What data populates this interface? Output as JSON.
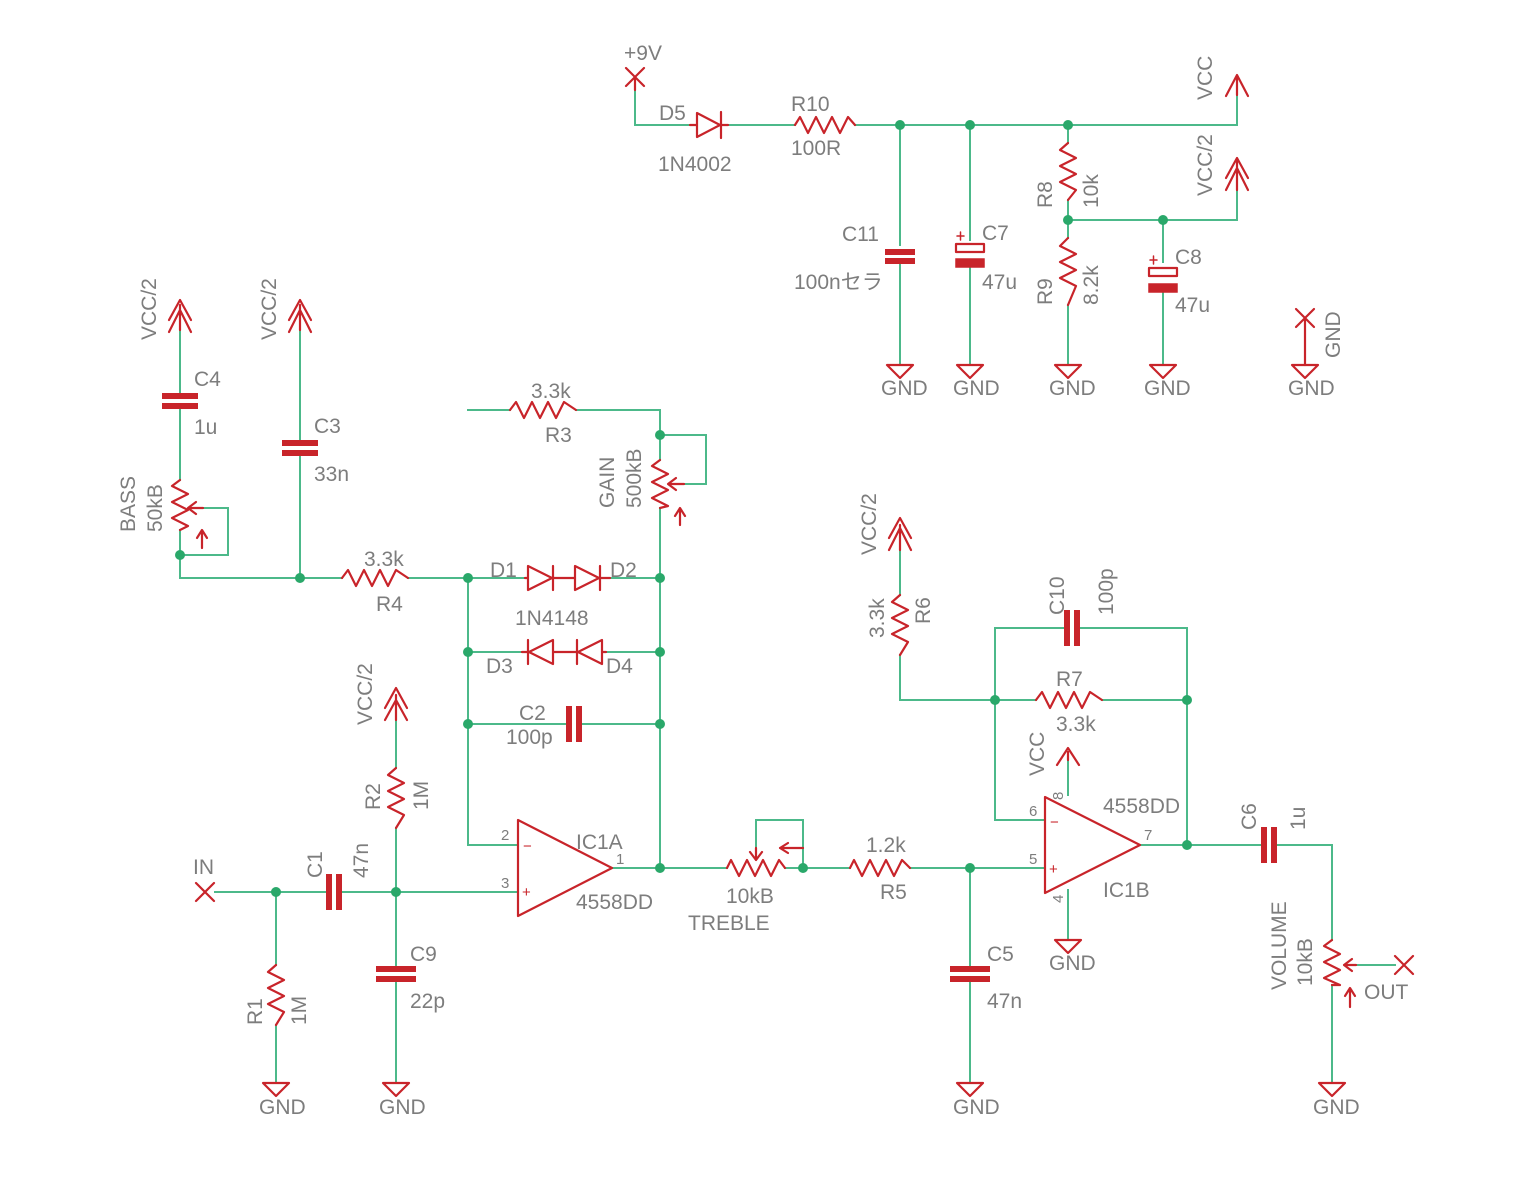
{
  "supply": {
    "v9": "+9V",
    "vcc": "VCC",
    "vcc_half": "VCC/2",
    "gnd": "GND"
  },
  "ports": {
    "in": "IN",
    "out": "OUT"
  },
  "parts": {
    "d5": {
      "ref": "D5",
      "value": "1N4002"
    },
    "r10": {
      "ref": "R10",
      "value": "100R"
    },
    "c11": {
      "ref": "C11",
      "value": "100nセラ"
    },
    "c7": {
      "ref": "C7",
      "value": "47u"
    },
    "r8": {
      "ref": "R8",
      "value": "10k"
    },
    "r9": {
      "ref": "R9",
      "value": "8.2k"
    },
    "c8": {
      "ref": "C8",
      "value": "47u"
    },
    "c4": {
      "ref": "C4",
      "value": "1u"
    },
    "c3": {
      "ref": "C3",
      "value": "33n"
    },
    "bass": {
      "ref": "BASS",
      "value": "50kB"
    },
    "r3": {
      "ref": "R3",
      "value": "3.3k"
    },
    "gain": {
      "ref": "GAIN",
      "value": "500kB"
    },
    "r4": {
      "ref": "R4",
      "value": "3.3k"
    },
    "d1": {
      "ref": "D1"
    },
    "d2": {
      "ref": "D2"
    },
    "d3": {
      "ref": "D3"
    },
    "d4": {
      "ref": "D4"
    },
    "d_value": "1N4148",
    "c2": {
      "ref": "C2",
      "value": "100p"
    },
    "r2": {
      "ref": "R2",
      "value": "1M"
    },
    "c1": {
      "ref": "C1",
      "value": "47n"
    },
    "r1": {
      "ref": "R1",
      "value": "1M"
    },
    "c9": {
      "ref": "C9",
      "value": "22p"
    },
    "ic1a": {
      "ref": "IC1A",
      "value": "4558DD"
    },
    "treble": {
      "ref": "TREBLE",
      "value": "10kB"
    },
    "r5": {
      "ref": "R5",
      "value": "1.2k"
    },
    "c5": {
      "ref": "C5",
      "value": "47n"
    },
    "r6": {
      "ref": "R6",
      "value": "3.3k"
    },
    "c10": {
      "ref": "C10",
      "value": "100p"
    },
    "r7": {
      "ref": "R7",
      "value": "3.3k"
    },
    "ic1b": {
      "ref": "IC1B",
      "value": "4558DD"
    },
    "c6": {
      "ref": "C6",
      "value": "1u"
    },
    "volume": {
      "ref": "VOLUME",
      "value": "10kB"
    }
  },
  "pins": {
    "ic1a_inv": "2",
    "ic1a_noninv": "3",
    "ic1a_out": "1",
    "ic1b_inv": "6",
    "ic1b_noninv": "5",
    "ic1b_out": "7",
    "ic1b_vcc": "8",
    "ic1b_gnd": "4"
  }
}
